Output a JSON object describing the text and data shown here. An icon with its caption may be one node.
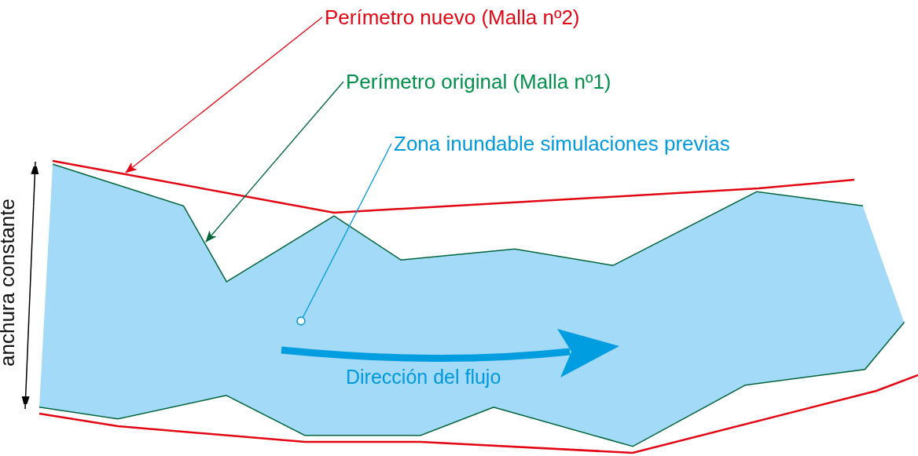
{
  "diagram": {
    "nodes": [
      {
        "text": [
          "Perímetro nuevo (Malla nº2)"
        ]
      },
      {
        "text": [
          "Perímetro original (Malla nº1)"
        ]
      },
      {
        "text": [
          "Zona inundable simulaciones previas"
        ]
      },
      {
        "text": [],
        "shape": "line"
      },
      {
        "text": [],
        "shape": "line"
      },
      {
        "text": [],
        "shape": "polygon"
      }
    ],
    "edges": [
      {
        "from": 0,
        "to": 3,
        "arrow": "to",
        "color": "#e30613"
      },
      {
        "from": 1,
        "to": 4,
        "arrow": "to",
        "color": "#00653a"
      },
      {
        "from": 2,
        "to": 5,
        "arrow": "other",
        "color": "#0099dd"
      }
    ],
    "labels": [
      "anchura constante",
      "Dirección del flujo"
    ]
  }
}
